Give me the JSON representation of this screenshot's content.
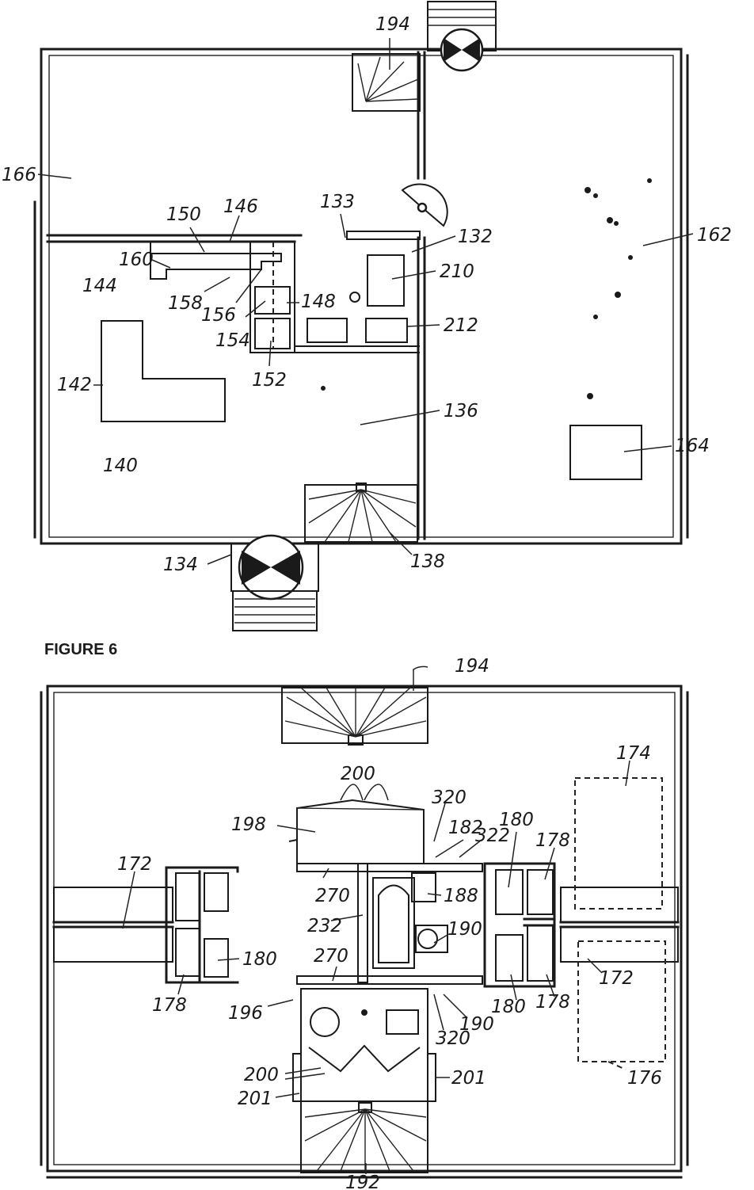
{
  "figure_caption": "FIGURE 6",
  "upper_plan": {
    "labels": [
      "194",
      "166",
      "146",
      "150",
      "133",
      "132",
      "162",
      "160",
      "144",
      "158",
      "156",
      "154",
      "148",
      "210",
      "212",
      "152",
      "142",
      "136",
      "164",
      "140",
      "134",
      "138"
    ]
  },
  "lower_plan": {
    "labels": [
      "194",
      "174",
      "200",
      "320",
      "198",
      "182",
      "322",
      "180",
      "178",
      "172",
      "270",
      "188",
      "232",
      "190",
      "180",
      "270",
      "172",
      "178",
      "196",
      "180",
      "178",
      "190",
      "320",
      "200",
      "201",
      "201",
      "176",
      "192"
    ]
  }
}
